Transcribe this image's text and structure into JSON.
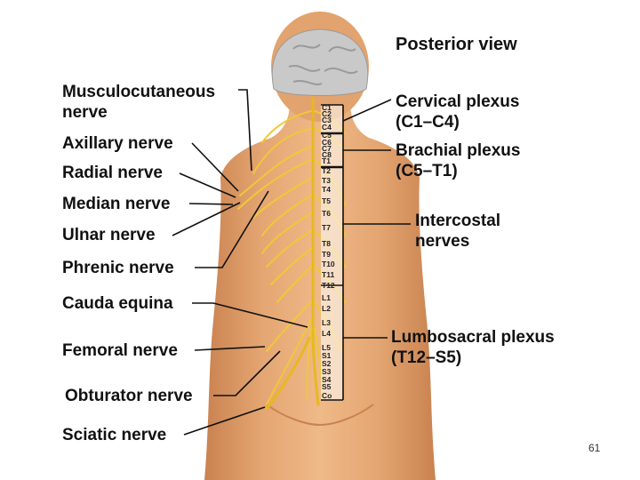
{
  "title": "Posterior view",
  "left_labels": [
    {
      "id": "musculocutaneous",
      "lines": [
        "Musculocutaneous",
        "nerve"
      ]
    },
    {
      "id": "axillary",
      "lines": [
        "Axillary nerve"
      ]
    },
    {
      "id": "radial",
      "lines": [
        "Radial nerve"
      ]
    },
    {
      "id": "median",
      "lines": [
        "Median nerve"
      ]
    },
    {
      "id": "ulnar",
      "lines": [
        "Ulnar nerve"
      ]
    },
    {
      "id": "phrenic",
      "lines": [
        "Phrenic nerve"
      ]
    },
    {
      "id": "cauda",
      "lines": [
        "Cauda equina"
      ]
    },
    {
      "id": "femoral",
      "lines": [
        "Femoral nerve"
      ]
    },
    {
      "id": "obturator",
      "lines": [
        "Obturator nerve"
      ]
    },
    {
      "id": "sciatic",
      "lines": [
        "Sciatic nerve"
      ]
    }
  ],
  "right_labels": [
    {
      "id": "cervical",
      "lines": [
        "Cervical plexus",
        "(C1–C4)"
      ]
    },
    {
      "id": "brachial",
      "lines": [
        "Brachial plexus",
        "(C5–T1)"
      ]
    },
    {
      "id": "intercostal",
      "lines": [
        "Intercostal",
        "nerves"
      ]
    },
    {
      "id": "lumbosacral",
      "lines": [
        "Lumbosacral plexus",
        "(T12–S5)"
      ]
    }
  ],
  "segments": [
    "C1",
    "C2",
    "C3",
    "C4",
    "C5",
    "C6",
    "C7",
    "C8",
    "T1",
    "T2",
    "T3",
    "T4",
    "T5",
    "T6",
    "T7",
    "T8",
    "T9",
    "T10",
    "T11",
    "T12",
    "L1",
    "L2",
    "L3",
    "L4",
    "L5",
    "S1",
    "S2",
    "S3",
    "S4",
    "S5",
    "Co"
  ],
  "page_number": "61",
  "colors": {
    "skin": "#e4a672",
    "skin_shadow": "#c98250",
    "nerve": "#e8b820",
    "brain": "#c9c9c9",
    "text": "#111111"
  }
}
